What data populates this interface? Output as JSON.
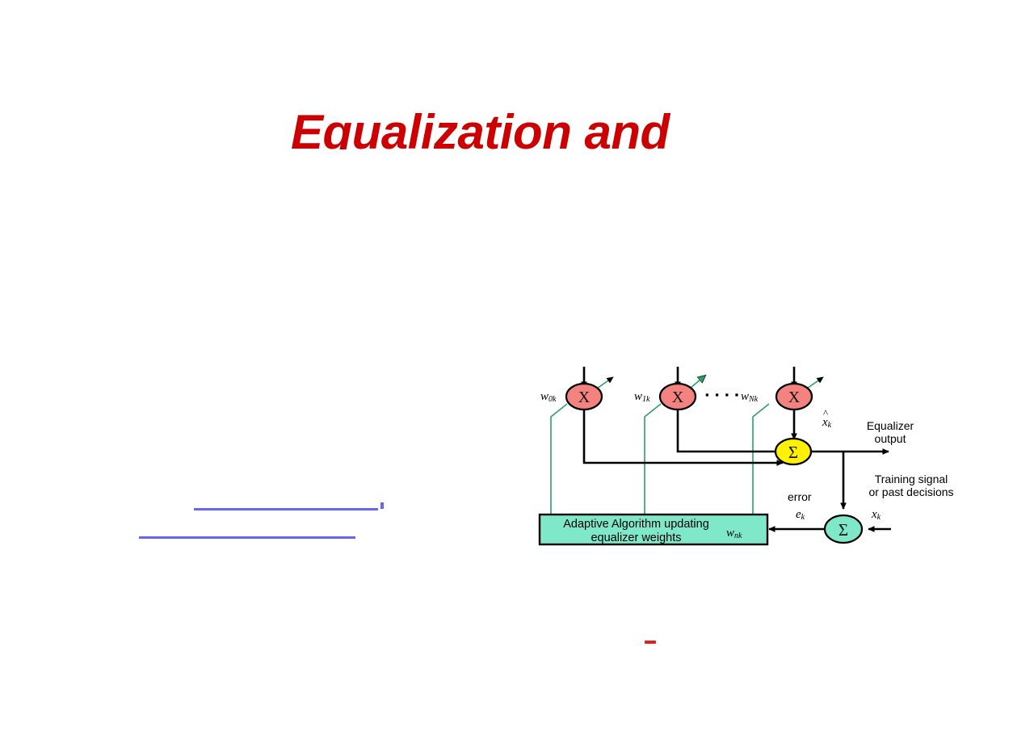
{
  "slide": {
    "title": "Equalization and",
    "title_color": "#CC0000"
  },
  "links": {
    "link_1_text": "",
    "link_2_text": "",
    "comma": ",",
    "color": "#6666EE"
  },
  "diagram": {
    "name": "adaptive-equalizer-block-diagram",
    "colors": {
      "multiplier_fill": "#F4827E",
      "sum_fill": "#FFF200",
      "error_sum_fill": "#7FE8C8",
      "box_fill": "#7FE8C8",
      "weight_line": "#2E9E6B",
      "stroke": "#000000"
    },
    "multipliers": [
      {
        "symbol": "X",
        "weight_label": "w",
        "weight_sub": "0k"
      },
      {
        "symbol": "X",
        "weight_label": "w",
        "weight_sub": "1k"
      },
      {
        "symbol": "X",
        "weight_label": "w",
        "weight_sub": "Nk"
      }
    ],
    "ellipsis": "▪ ▪ ▪ ▪",
    "summer": {
      "symbol": "Σ"
    },
    "error_summer": {
      "symbol": "Σ"
    },
    "labels": {
      "equalizer_output": "Equalizer\noutput",
      "equalizer_output_symbol": "x",
      "equalizer_output_sub": "k",
      "equalizer_output_hat": "^",
      "training_signal": "Training signal\nor past decisions",
      "error": "error",
      "error_symbol": "e",
      "error_sub": "k",
      "input_symbol": "x",
      "input_sub": "k"
    },
    "adaptive_box": {
      "text": "Adaptive Algorithm updating\nequalizer weights",
      "weight_symbol": "w",
      "weight_sub": "nk"
    }
  }
}
